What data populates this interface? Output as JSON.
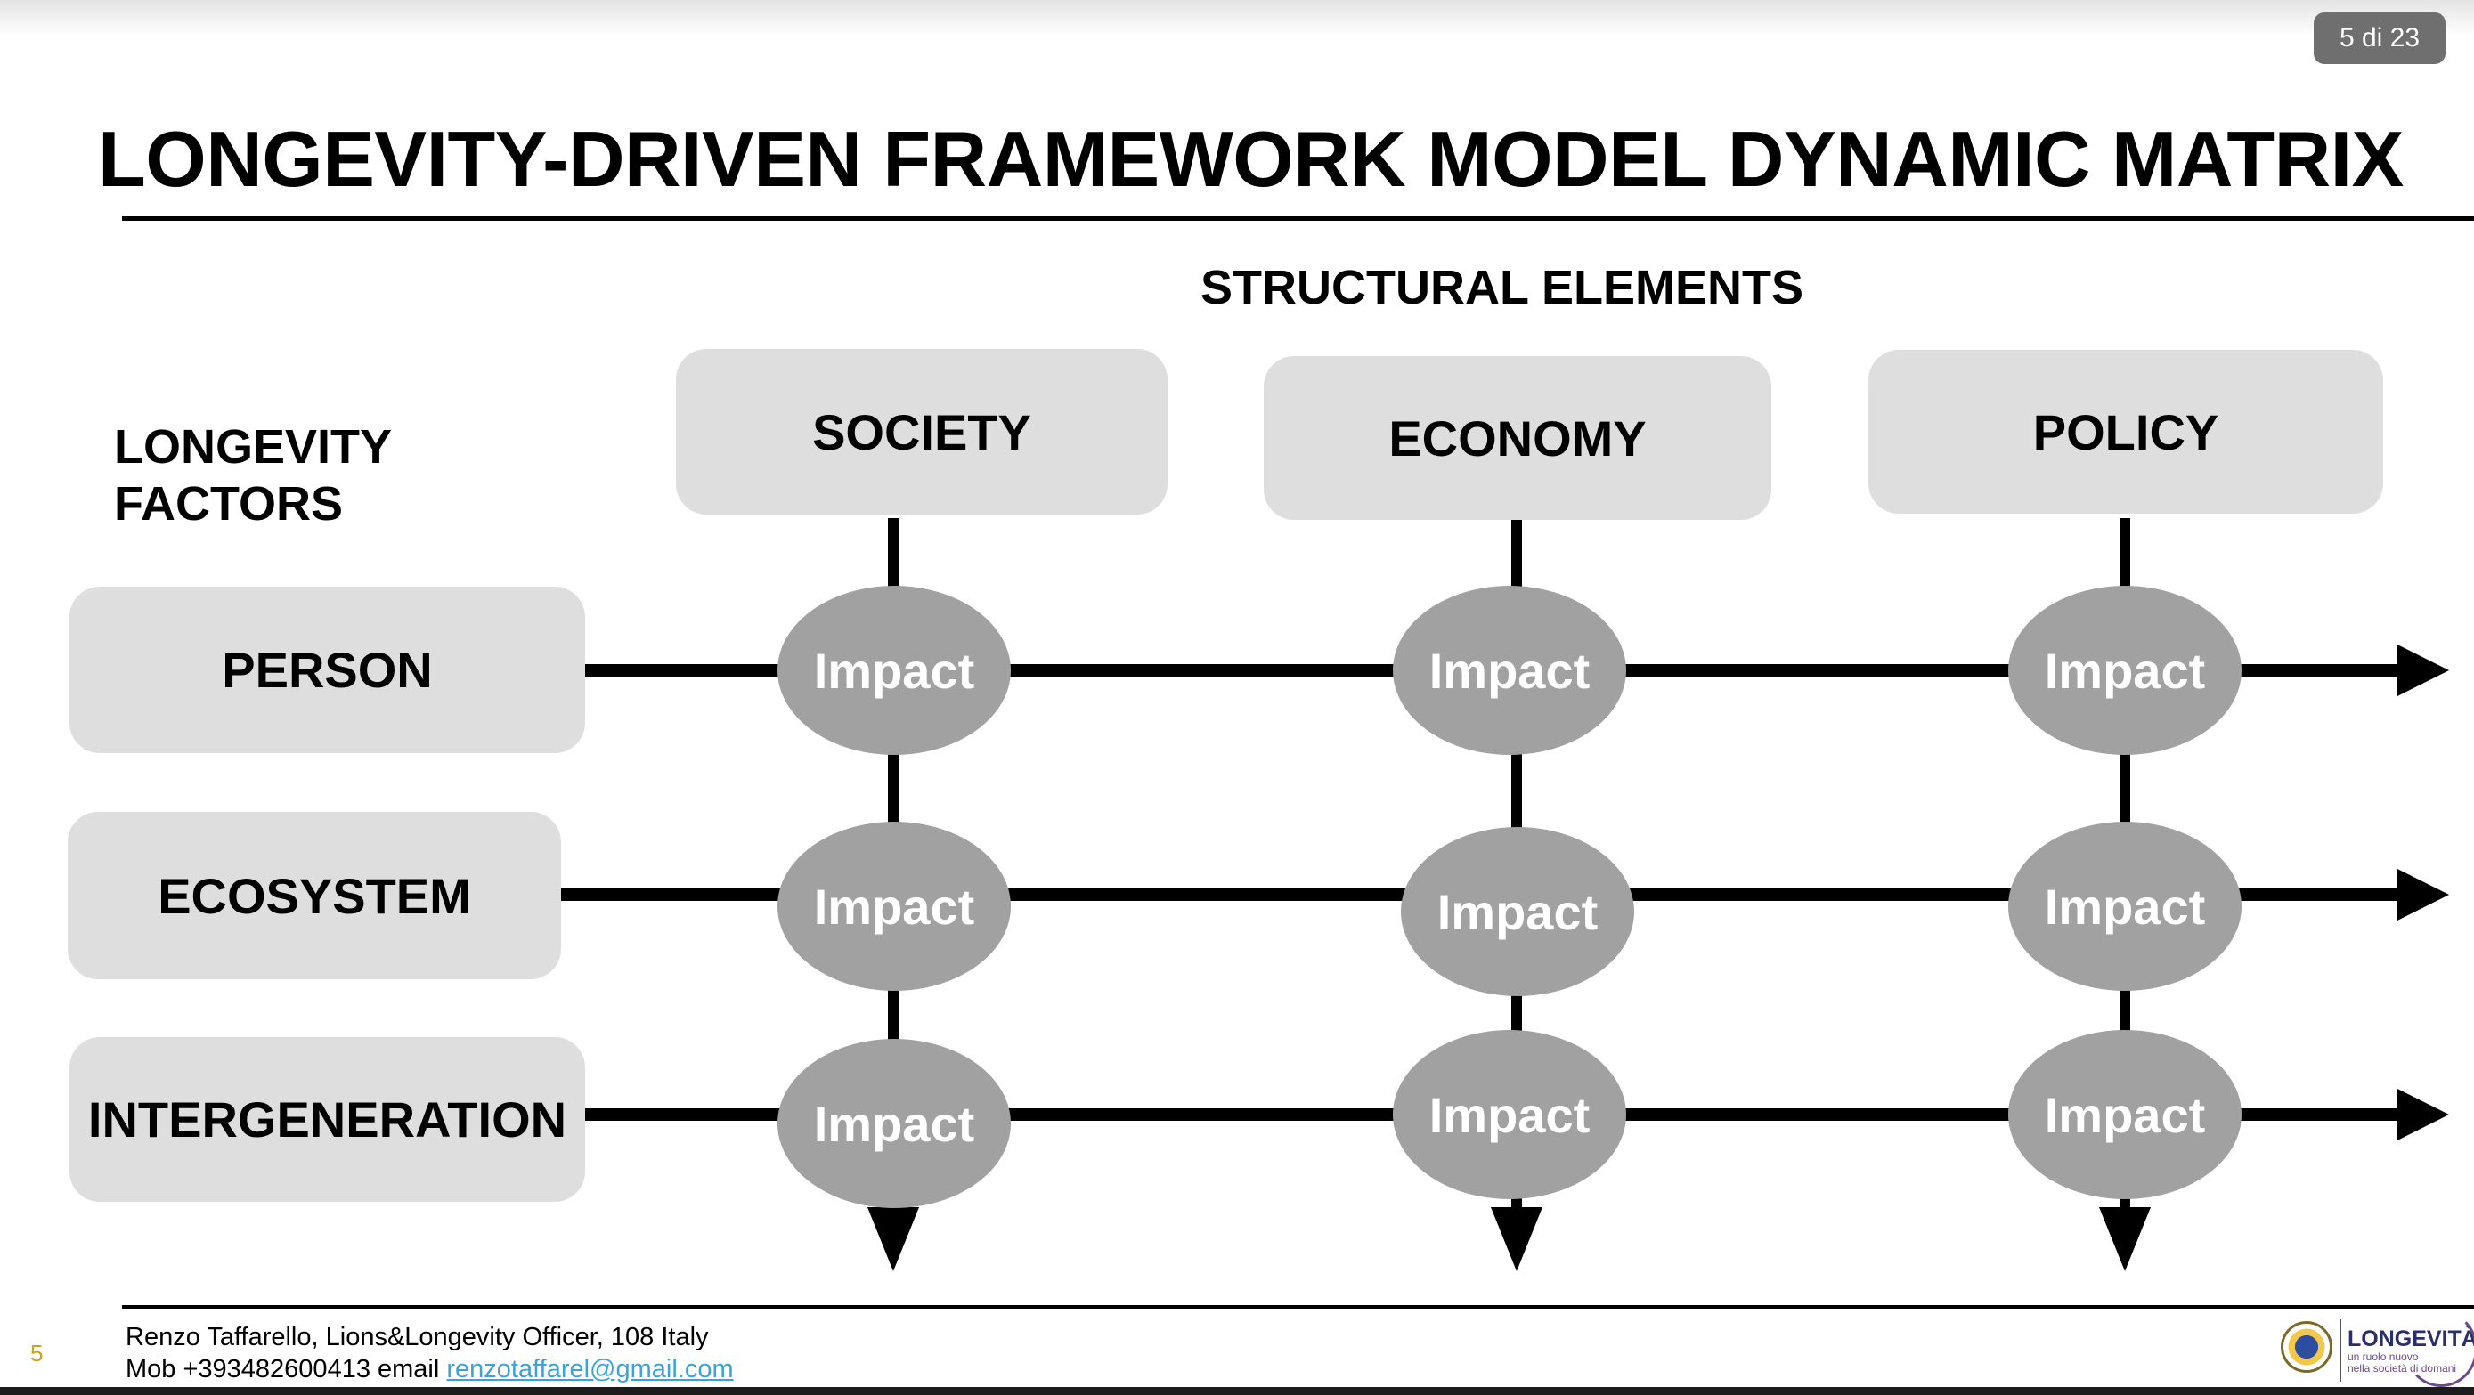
{
  "pager": {
    "label": "5 di 23"
  },
  "title": "LONGEVITY-DRIVEN FRAMEWORK MODEL DYNAMIC MATRIX",
  "subheading": "STRUCTURAL ELEMENTS",
  "factors_heading": {
    "line1": "LONGEVITY",
    "line2": "FACTORS"
  },
  "columns": [
    "SOCIETY",
    "ECONOMY",
    "POLICY"
  ],
  "rows": [
    "PERSON",
    "ECOSYSTEM",
    "INTERGENERATION"
  ],
  "cell_label": "Impact",
  "colors": {
    "box_fill": "#dedede",
    "impact_fill": "#a1a1a1",
    "impact_text": "#ffffff",
    "line": "#000000",
    "link": "#3aa4d6",
    "slide_number": "#c9a227"
  },
  "footer": {
    "slide_number": "5",
    "line1": "Renzo Taffarello, Lions&Longevity Officer, 108 Italy",
    "line2_prefix": "Mob +393482600413 email ",
    "email": "renzotaffarel@gmail.com"
  },
  "logo": {
    "word": "LONGEVITÀ:",
    "tagline1": "un ruolo nuovo",
    "tagline2": "nella società di domani"
  }
}
